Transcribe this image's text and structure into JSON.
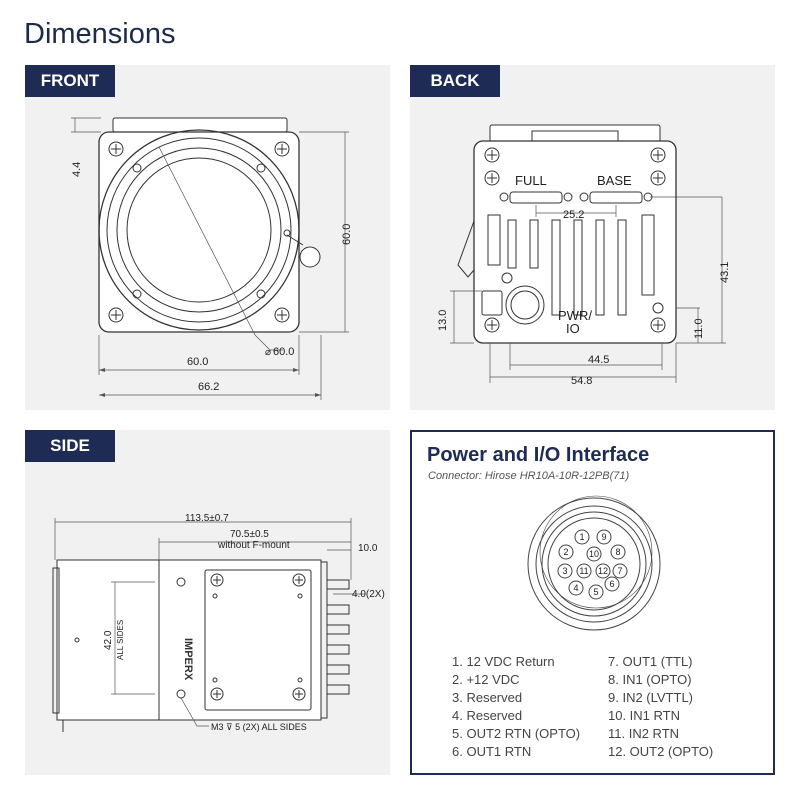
{
  "page_title": "Dimensions",
  "front": {
    "label": "FRONT",
    "dims": {
      "d44": "4.4",
      "d600v": "60.0",
      "dia": "60.0",
      "dia_prefix": "⌀",
      "d600h": "60.0",
      "d662": "66.2"
    }
  },
  "back": {
    "label": "BACK",
    "full": "FULL",
    "base": "BASE",
    "pwr1": "PWR/",
    "pwr2": "IO",
    "dims": {
      "d252": "25.2",
      "d431": "43.1",
      "d130": "13.0",
      "d110": "11.0",
      "d445": "44.5",
      "d548": "54.8"
    }
  },
  "side": {
    "label": "SIDE",
    "dims": {
      "d1135": "113.5±0.7",
      "d705": "70.5±0.5",
      "without": "without F-mount",
      "d100": "10.0",
      "d40": "4.0(2X)",
      "d420": "42.0",
      "allsides": "ALL SIDES",
      "m3": "M3 ⊽ 5 (2X) ALL SIDES"
    },
    "brand": "IMPERX"
  },
  "io": {
    "title": "Power and I/O Interface",
    "connector": "Connector: Hirose HR10A-10R-12PB(71)",
    "connector_pins": [
      "1",
      "2",
      "3",
      "4",
      "5",
      "6",
      "7",
      "8",
      "9",
      "10",
      "11",
      "12"
    ],
    "pins_left": [
      "1.  12 VDC Return",
      "2.  +12 VDC",
      "3.  Reserved",
      "4.  Reserved",
      "5.  OUT2 RTN (OPTO)",
      "6.  OUT1 RTN"
    ],
    "pins_right": [
      "7.   OUT1 (TTL)",
      "8.   IN1 (OPTO)",
      "9.   IN2 (LVTTL)",
      "10. IN1 RTN",
      "11. IN2 RTN",
      "12. OUT2 (OPTO)"
    ]
  }
}
